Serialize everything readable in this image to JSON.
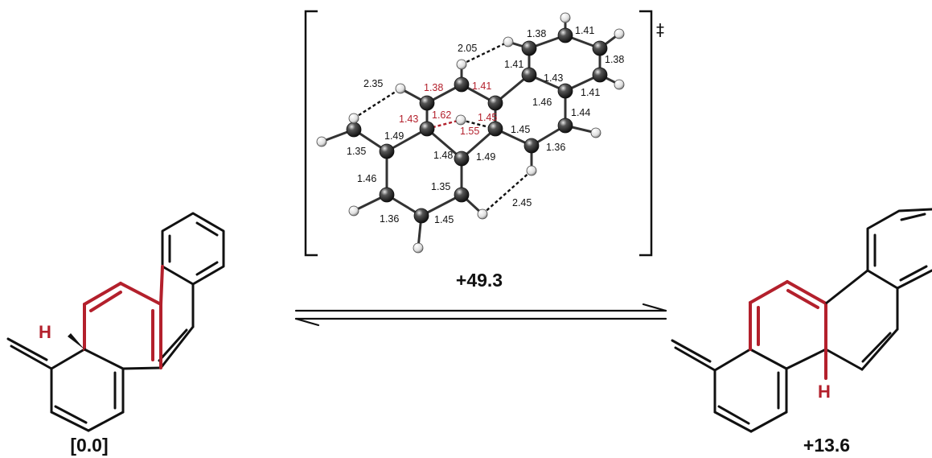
{
  "colors": {
    "ink": "#111111",
    "highlight": "#b3202c",
    "atom_carbon": "#2a2a2a",
    "atom_hydrogen": "#f2f2f2"
  },
  "reactant": {
    "energy_label": "[0.0]",
    "h_label": "H"
  },
  "product": {
    "energy_label": "+13.6",
    "h_label": "H"
  },
  "transition_state": {
    "energy_label": "+49.3",
    "dagger": "‡",
    "contacts": [
      "2.05",
      "2.35",
      "2.45"
    ],
    "bond_lengths_black": [
      "1.38",
      "1.41",
      "1.38",
      "1.41",
      "1.43",
      "1.41",
      "1.46",
      "1.44",
      "1.45",
      "1.36",
      "1.49",
      "1.49",
      "1.48",
      "1.35",
      "1.35",
      "1.46",
      "1.36",
      "1.45"
    ],
    "bond_lengths_red": [
      "1.38",
      "1.41",
      "1.43",
      "1.62",
      "1.45",
      "1.55"
    ]
  }
}
